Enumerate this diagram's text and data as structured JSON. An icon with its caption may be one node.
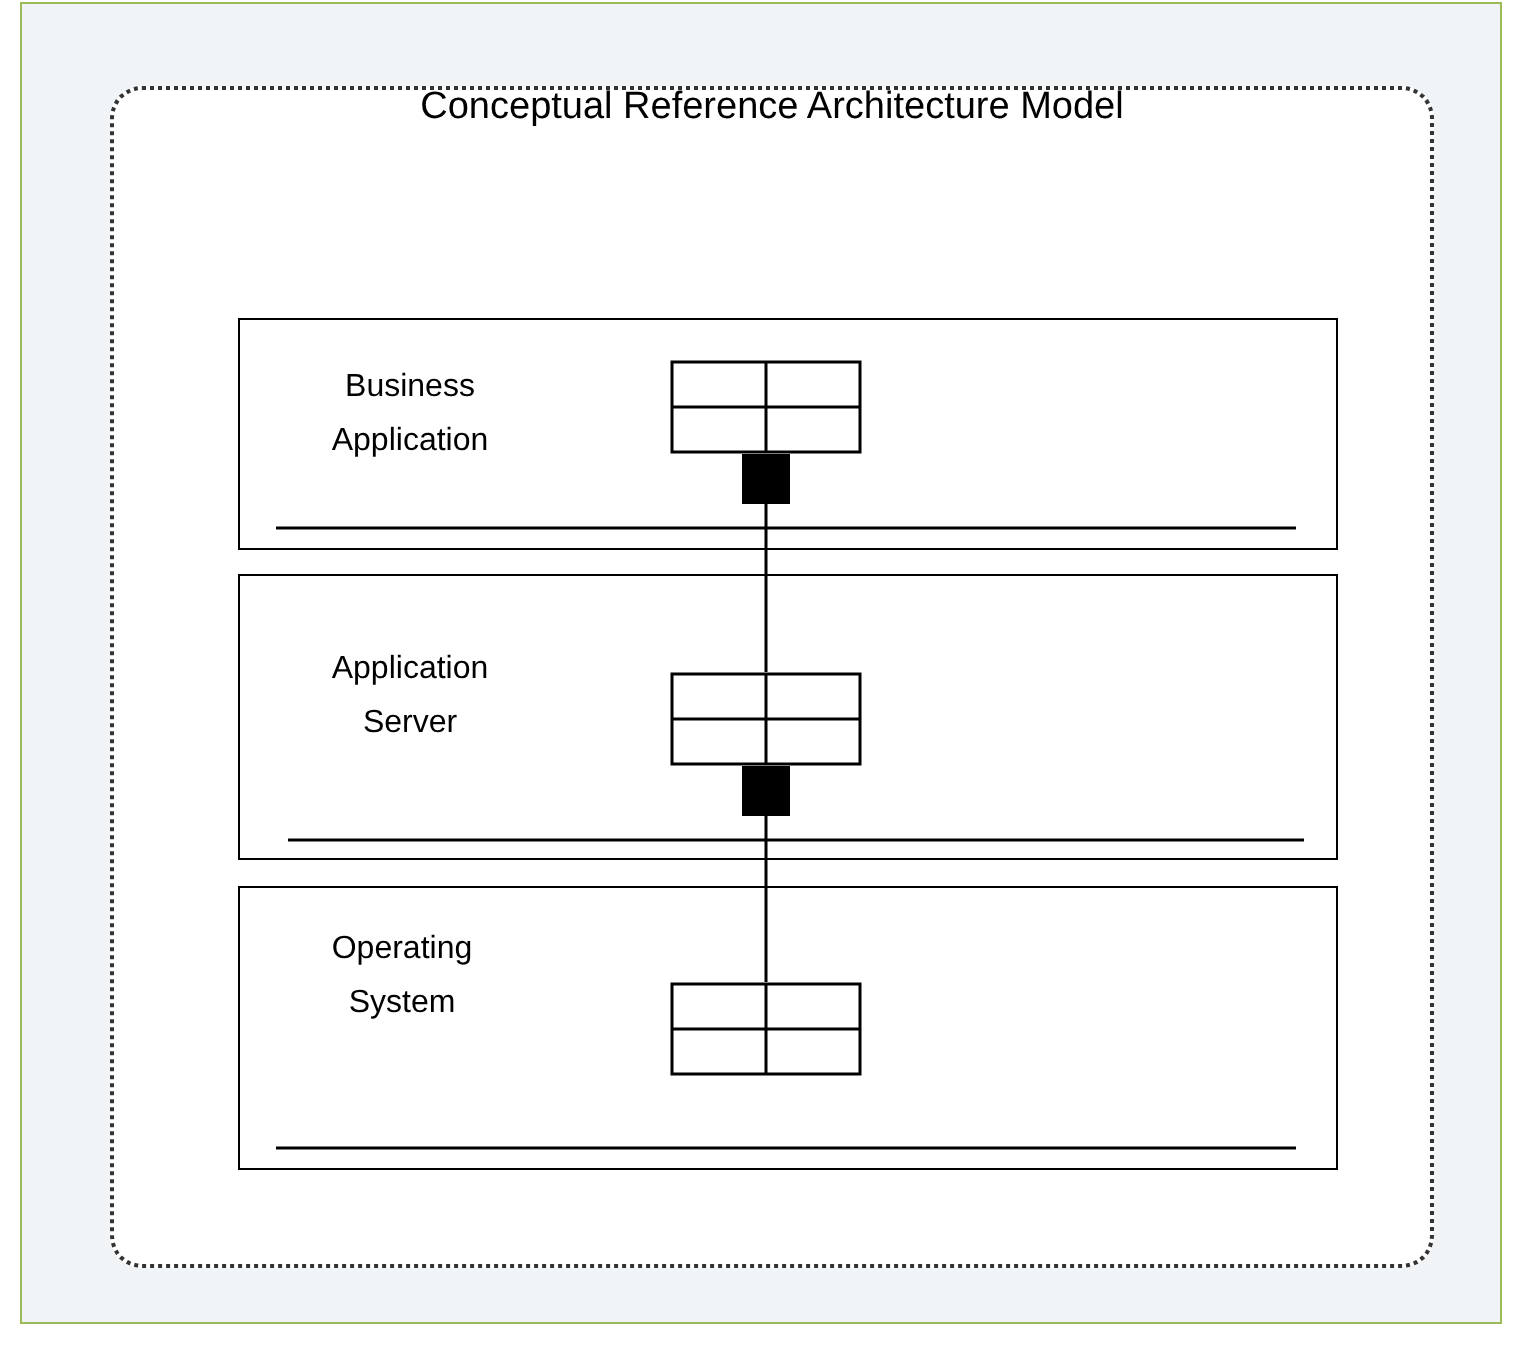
{
  "diagram": {
    "nodes": [
      {
        "text": [
          "Conceptual Reference Architecture Model"
        ]
      },
      {
        "text": [
          "Business Application"
        ],
        "in": 0
      },
      {
        "text": [
          "Application Server"
        ],
        "in": 0
      },
      {
        "text": [
          "Operating System"
        ],
        "in": 0
      },
      {
        "text": [],
        "shape": "box",
        "in": 1
      },
      {
        "text": [],
        "shape": "box",
        "in": 2
      },
      {
        "text": [],
        "shape": "box",
        "in": 3
      }
    ],
    "edges": [
      {
        "from": 4,
        "to": 5,
        "arrow": "other"
      },
      {
        "from": 5,
        "to": 6,
        "arrow": "other"
      }
    ]
  }
}
